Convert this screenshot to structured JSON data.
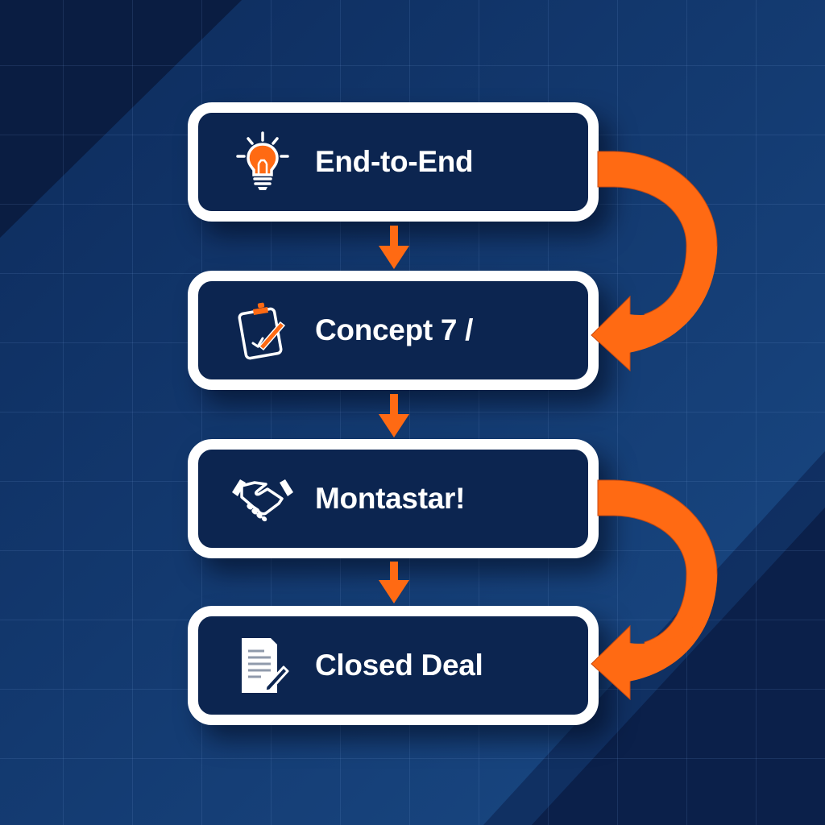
{
  "diagram": {
    "type": "vertical flowchart",
    "steps": [
      {
        "label": "End-to-End",
        "icon": "lightbulb-icon"
      },
      {
        "label": "Concept 7 /",
        "icon": "clipboard-check-icon"
      },
      {
        "label": "Montastar!",
        "icon": "handshake-icon"
      },
      {
        "label": "Closed Deal",
        "icon": "document-sign-icon"
      }
    ],
    "connectors": [
      {
        "from": 0,
        "to": 1,
        "style": "straight-down-arrow"
      },
      {
        "from": 1,
        "to": 2,
        "style": "straight-down-arrow"
      },
      {
        "from": 2,
        "to": 3,
        "style": "straight-down-arrow"
      },
      {
        "from": 0,
        "to": 1,
        "style": "curved-return-arrow-right"
      },
      {
        "from": 2,
        "to": 3,
        "style": "curved-return-arrow-right"
      }
    ]
  },
  "colors": {
    "background_dark": "#0b1f45",
    "background_band": "#15427a",
    "card_fill": "#0c2550",
    "card_border": "#ffffff",
    "accent_orange": "#ff6a13",
    "text": "#ffffff"
  }
}
